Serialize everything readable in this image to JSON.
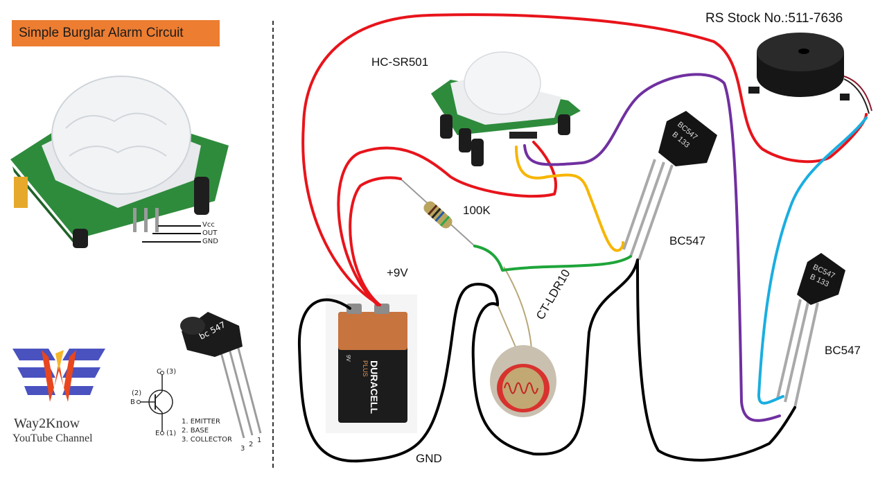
{
  "title": "Simple Burglar Alarm Circuit",
  "left_panel": {
    "pir_pin_labels": [
      "Vcc",
      "OUT",
      "GND"
    ],
    "logo": {
      "name": "Way2Know",
      "subtitle": "YouTube Channel",
      "colors": {
        "wings": "#4a52c0",
        "flame_outer": "#e8461e",
        "flame_inner": "#f5b62a"
      }
    },
    "transistor_pinout": {
      "package_label": "bc 547",
      "symbol_pins": {
        "collector": "C",
        "collector_num": "(3)",
        "base": "B",
        "base_num": "(2)",
        "emitter": "E",
        "emitter_num": "(1)"
      },
      "legend": [
        "1.  EMITTER",
        "2.  BASE",
        "3.  COLLECTOR"
      ],
      "leg_numbers": [
        "3",
        "2",
        "1"
      ]
    }
  },
  "circuit": {
    "pir_label": "HC-SR501",
    "buzzer_label": "RS Stock No.:511-7636",
    "resistor_label": "100K",
    "battery_label": "+9V",
    "battery_brand": "DURACELL",
    "battery_sub": "PLUS",
    "battery_voltage": "9V",
    "ldr_label": "CT-LDR10",
    "transistor1_label": "BC547",
    "transistor2_label": "BC547",
    "transistor_marking": [
      "BC547",
      "B 133"
    ],
    "ground_label": "GND"
  },
  "wire_colors": {
    "positive": "#e8141b",
    "ground": "#000000",
    "pir_out": "#f7b500",
    "pir_vcc_to_collector": "#7030a0",
    "base_bias": "#1ea53a",
    "buzzer_to_collector": "#1aaee0"
  }
}
